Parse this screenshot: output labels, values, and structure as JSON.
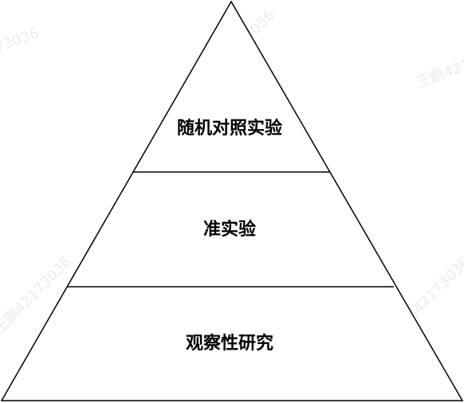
{
  "diagram": {
    "levels": [
      {
        "label": "随机对照实验"
      },
      {
        "label": "准实验"
      },
      {
        "label": "观察性研究"
      }
    ],
    "line_color": "#000000",
    "fill_color": "#ffffff",
    "text_color": "#000000"
  },
  "watermark": {
    "text": "王鹏42173036",
    "color": "#ececec"
  }
}
